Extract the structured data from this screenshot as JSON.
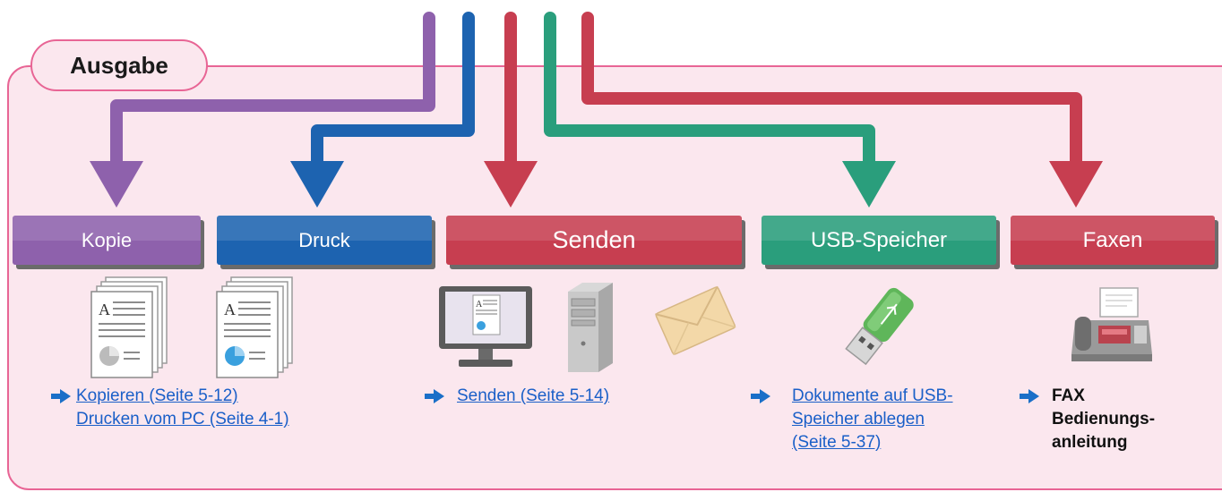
{
  "title": "Ausgabe",
  "categories": [
    {
      "label": "Kopie",
      "color": "#8e61ac",
      "icon": "document-stack-icon"
    },
    {
      "label": "Druck",
      "color": "#1d63b0",
      "icon": "document-stack-icon"
    },
    {
      "label": "Senden",
      "color": "#c73e50",
      "icon": "computer-server-envelope-icons"
    },
    {
      "label": "USB-Speicher",
      "color": "#2a9e7c",
      "icon": "usb-stick-icon"
    },
    {
      "label": "Faxen",
      "color": "#c73e50",
      "icon": "fax-machine-icon"
    }
  ],
  "links": {
    "kopie_line1": "Kopieren (Seite 5-12)",
    "kopie_line2": "Drucken vom PC (Seite 4-1)",
    "senden": "Senden (Seite 5-14)",
    "usb_line1": "Dokumente auf USB-",
    "usb_line2": "Speicher ablegen ",
    "usb_line3": "(Seite 5-37)"
  },
  "fax_ref": {
    "line1": "FAX",
    "line2": "Bedienungs-",
    "line3": "anleitung"
  },
  "colors": {
    "panel_bg": "#fbe7ee",
    "panel_border": "#e86595",
    "link": "#1a5fc8",
    "bullet_arrow": "#1a6fc8"
  }
}
